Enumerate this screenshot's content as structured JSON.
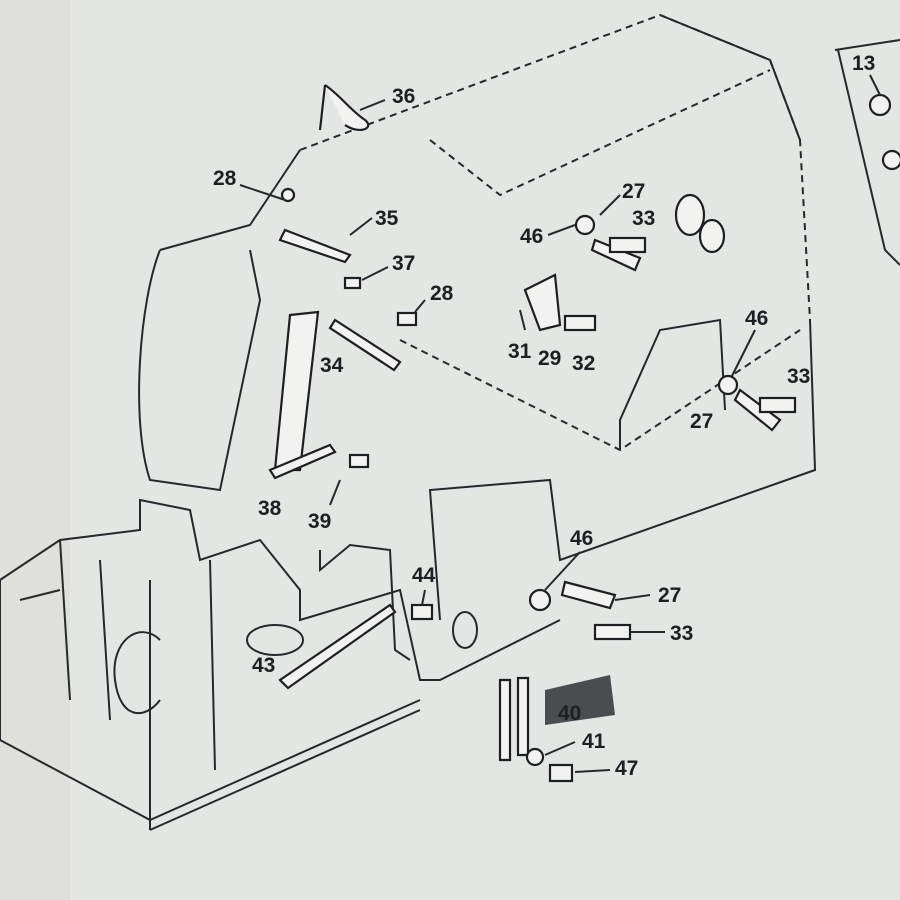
{
  "diagram": {
    "type": "exploded-parts-diagram",
    "callouts": [
      {
        "id": "c36",
        "text": "36"
      },
      {
        "id": "c28a",
        "text": "28"
      },
      {
        "id": "c35",
        "text": "35"
      },
      {
        "id": "c37",
        "text": "37"
      },
      {
        "id": "c28b",
        "text": "28"
      },
      {
        "id": "c34",
        "text": "34"
      },
      {
        "id": "c46a",
        "text": "46"
      },
      {
        "id": "c27a",
        "text": "27"
      },
      {
        "id": "c33a",
        "text": "33"
      },
      {
        "id": "c31",
        "text": "31"
      },
      {
        "id": "c29",
        "text": "29"
      },
      {
        "id": "c32",
        "text": "32"
      },
      {
        "id": "c46b",
        "text": "46"
      },
      {
        "id": "c33b",
        "text": "33"
      },
      {
        "id": "c27b",
        "text": "27"
      },
      {
        "id": "c38",
        "text": "38"
      },
      {
        "id": "c39",
        "text": "39"
      },
      {
        "id": "c46c",
        "text": "46"
      },
      {
        "id": "c27c",
        "text": "27"
      },
      {
        "id": "c33c",
        "text": "33"
      },
      {
        "id": "c44",
        "text": "44"
      },
      {
        "id": "c43",
        "text": "43"
      },
      {
        "id": "c40",
        "text": "40"
      },
      {
        "id": "c41",
        "text": "41"
      },
      {
        "id": "c47",
        "text": "47"
      },
      {
        "id": "c13",
        "text": "13"
      }
    ]
  }
}
